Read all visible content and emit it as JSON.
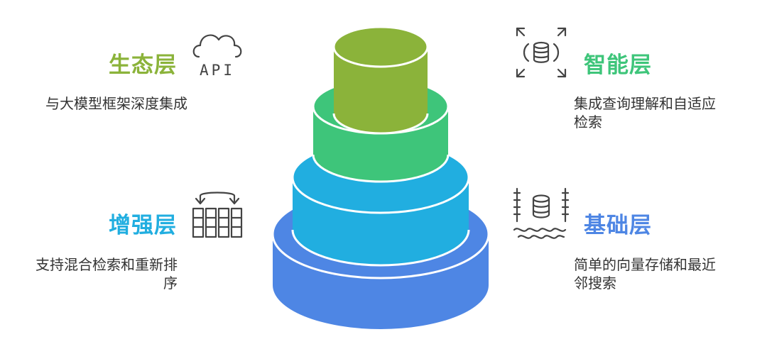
{
  "colors": {
    "ecosystem": "#8bb33a",
    "intelligence": "#3ec57a",
    "enhancement": "#21aee0",
    "foundation": "#4e86e4",
    "icon": "#444444",
    "text": "#333333"
  },
  "layers": {
    "ecosystem": {
      "title": "生态层",
      "description": "与大模型框架深度集成",
      "icon": "cloud-api-icon",
      "icon_text": "API"
    },
    "intelligence": {
      "title": "智能层",
      "description_line1": "集成查询理解和自适应",
      "description_line2": "检索",
      "icon": "database-expand-icon"
    },
    "enhancement": {
      "title": "增强层",
      "description_line1": "支持混合检索和重新排",
      "description_line2": "序",
      "icon": "columns-rerank-icon"
    },
    "foundation": {
      "title": "基础层",
      "description_line1": "简单的向量存储和最近",
      "description_line2": "邻搜索",
      "icon": "database-waves-icon"
    }
  }
}
